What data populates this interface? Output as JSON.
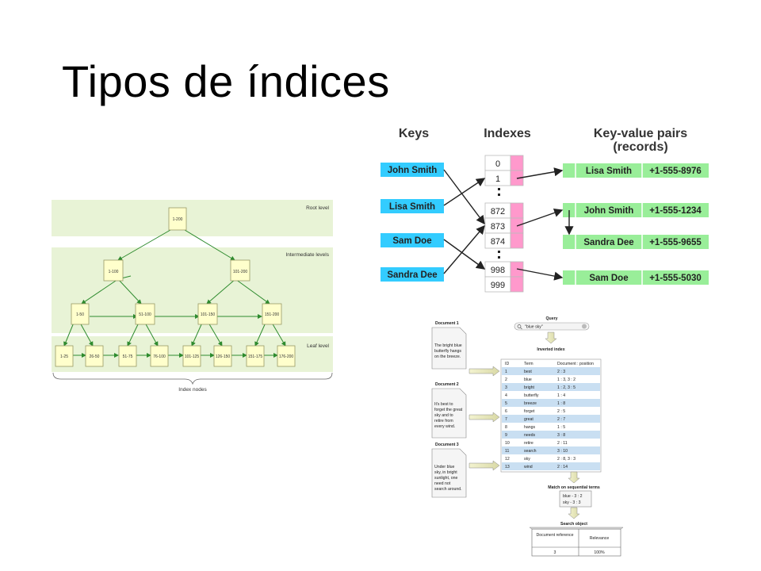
{
  "slide": {
    "title": "Tipos de índices"
  },
  "tree": {
    "root_level": "Root level",
    "intermediate_levels": "Intermediate levels",
    "leaf_level": "Leaf level",
    "index_nodes": "Index nodes",
    "root": "1-200",
    "intermediate_1": [
      "1-100",
      "101-200"
    ],
    "intermediate_2": [
      "1-50",
      "51-100",
      "101-150",
      "151-200"
    ],
    "leaves": [
      "1-25",
      "26-50",
      "51-75",
      "76-100",
      "101-125",
      "126-150",
      "151-175",
      "176-200"
    ]
  },
  "hash": {
    "keys_header": "Keys",
    "indexes_header": "Indexes",
    "pairs_header_1": "Key-value pairs",
    "pairs_header_2": "(records)",
    "keys": [
      "John Smith",
      "Lisa Smith",
      "Sam Doe",
      "Sandra Dee"
    ],
    "indexes_top": [
      "0",
      "1"
    ],
    "indexes_mid": [
      "872",
      "873",
      "874"
    ],
    "indexes_bottom": [
      "998",
      "999"
    ],
    "records": [
      {
        "name": "Lisa Smith",
        "phone": "+1-555-8976"
      },
      {
        "name": "John Smith",
        "phone": "+1-555-1234"
      },
      {
        "name": "Sandra Dee",
        "phone": "+1-555-9655"
      },
      {
        "name": "Sam Doe",
        "phone": "+1-555-5030"
      }
    ],
    "colors": {
      "key_fill": "#33ccff",
      "index_fill": "#ff99cc",
      "record_fill": "#99ee99"
    }
  },
  "inverted": {
    "query_label": "Query",
    "query_text": "\"blue sky\"",
    "inverted_index_label": "Inverted index",
    "doc1_title": "Document 1",
    "doc1_text": [
      "The bright blue",
      "butterfly hangs",
      "on the breeze."
    ],
    "doc2_title": "Document 2",
    "doc2_text": [
      "It's best to",
      "forget the great",
      "sky and to",
      "retire from",
      "every wind."
    ],
    "doc3_title": "Document 3",
    "doc3_text": [
      "Under blue",
      "sky, in bright",
      "sunlight, one",
      "need not",
      "search around."
    ],
    "columns": [
      "ID",
      "Term",
      "Document : position"
    ],
    "rows": [
      [
        "1",
        "best",
        "2 : 3"
      ],
      [
        "2",
        "blue",
        "1 : 3, 3 : 2"
      ],
      [
        "3",
        "bright",
        "1 : 2, 3 : 5"
      ],
      [
        "4",
        "butterfly",
        "1 : 4"
      ],
      [
        "5",
        "breeze",
        "1 : 8"
      ],
      [
        "6",
        "forget",
        "2 : 5"
      ],
      [
        "7",
        "great",
        "2 : 7"
      ],
      [
        "8",
        "hangs",
        "1 : 5"
      ],
      [
        "9",
        "needs",
        "3 : 8"
      ],
      [
        "10",
        "retire",
        "2 : 11"
      ],
      [
        "11",
        "search",
        "3 : 10"
      ],
      [
        "12",
        "sky",
        "2 : 8, 3 : 3"
      ],
      [
        "13",
        "wind",
        "2 : 14"
      ]
    ],
    "match_label": "Match on sequential terms",
    "match_lines": [
      "blue - 3 : 2",
      "sky - 3 : 3"
    ],
    "search_object_label": "Search object",
    "result_headers": [
      "Document reference",
      "Relevance"
    ],
    "result_row": [
      "3",
      "100%"
    ]
  }
}
